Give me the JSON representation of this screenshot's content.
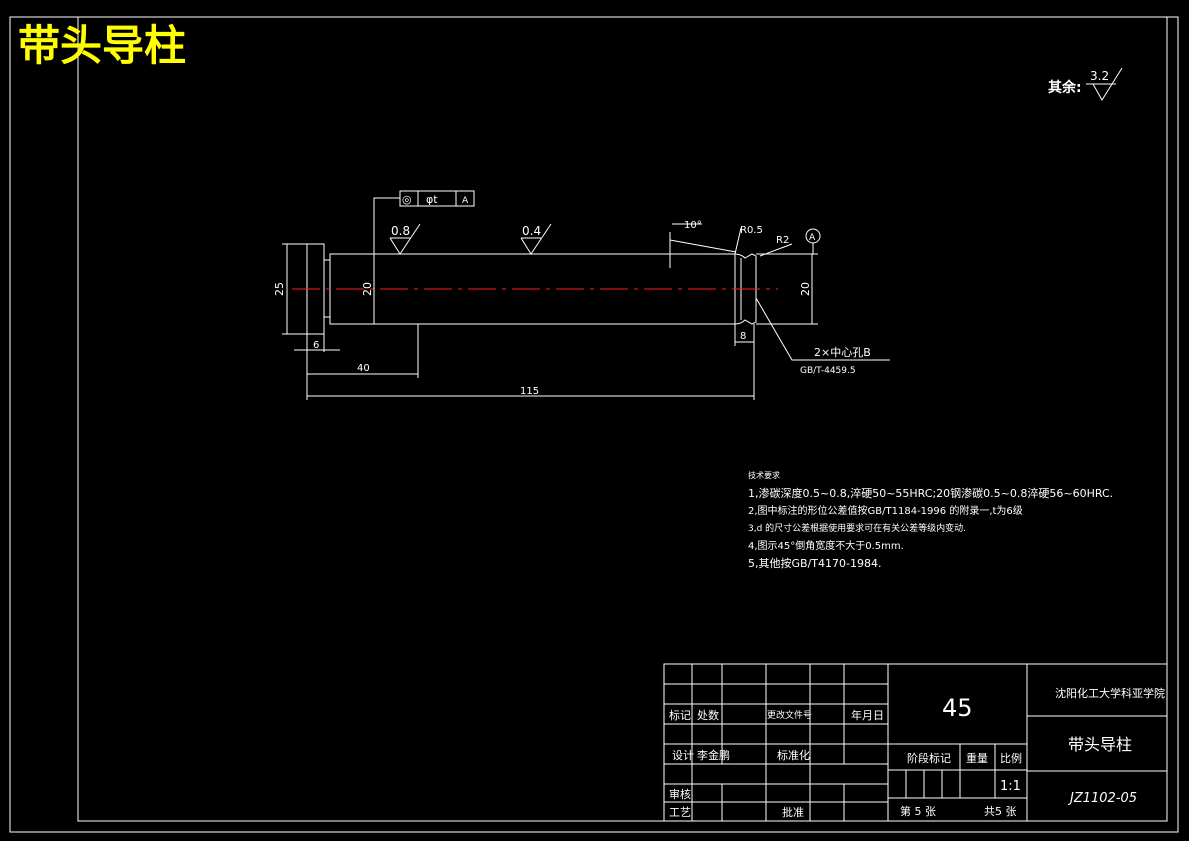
{
  "drawing": {
    "title": "带头导柱",
    "roughness_other_label": "其余:",
    "roughness_other_value": "3.2"
  },
  "part": {
    "roughness_1": "0.8",
    "roughness_2": "0.4",
    "tolerance_symbol": "◎",
    "tolerance_value": "φt",
    "tolerance_datum": "A",
    "datum_label": "A",
    "angle_label": "10°",
    "radius_1": "R0.5",
    "radius_2": "R2",
    "dim_head_dia": "25",
    "dim_body_dia": "20",
    "dim_end_dia": "20",
    "dim_head_len": "6",
    "dim_40": "40",
    "dim_115": "115",
    "dim_8": "8",
    "center_hole": "2×中心孔B",
    "center_hole_std": "GB/T-4459.5"
  },
  "tech_req": {
    "heading": "技术要求",
    "items": [
      "1,渗碳深度0.5~0.8,淬硬50~55HRC;20钢渗碳0.5~0.8淬硬56~60HRC.",
      "2,图中标注的形位公差值按GB/T1184-1996 的附录一,t为6级",
      "3,d 的尺寸公差根据使用要求可在有关公差等级内变动.",
      "4,图示45°倒角宽度不大于0.5mm.",
      "5,其他按GB/T4170-1984."
    ]
  },
  "title_block": {
    "material": "45",
    "school": "沈阳化工大学科亚学院",
    "part_name": "带头导柱",
    "drawing_no": "JZ1102-05",
    "h_mark": "标记",
    "h_count": "处数",
    "h_doc": "更改文件号",
    "h_date": "年月日",
    "h_design": "设计",
    "designer": "李金鹏",
    "h_standard": "标准化",
    "h_review": "审核",
    "h_process": "工艺",
    "h_approve": "批准",
    "h_stage": "阶段标记",
    "h_weight": "重量",
    "h_scale": "比例",
    "scale": "1:1",
    "sheet_no": "第 5 张",
    "sheet_total": "共5 张"
  }
}
